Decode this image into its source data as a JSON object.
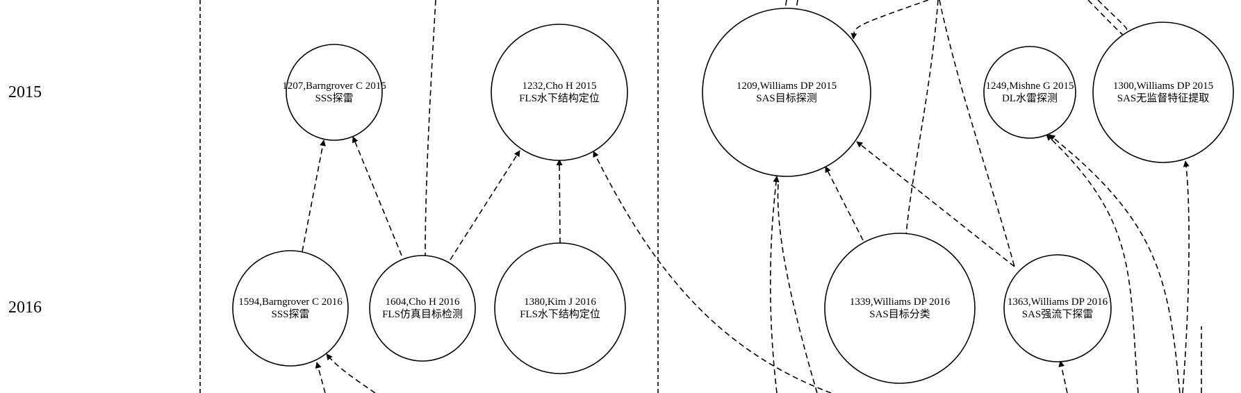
{
  "years": [
    "2015",
    "2016"
  ],
  "nodes": [
    {
      "id": "n1207",
      "line1": "1207,Barngrover C 2015",
      "line2": "SSS探雷"
    },
    {
      "id": "n1232",
      "line1": "1232,Cho H 2015",
      "line2": "FLS水下结构定位"
    },
    {
      "id": "n1209",
      "line1": "1209,Williams DP 2015",
      "line2": "SAS目标探测"
    },
    {
      "id": "n1249",
      "line1": "1249,Mishne G 2015",
      "line2": "DL水雷探测"
    },
    {
      "id": "n1300",
      "line1": "1300,Williams DP 2015",
      "line2": "SAS无监督特征提取"
    },
    {
      "id": "n1594",
      "line1": "1594,Barngrover C 2016",
      "line2": "SSS探雷"
    },
    {
      "id": "n1604",
      "line1": "1604,Cho H 2016",
      "line2": "FLS仿真目标检测"
    },
    {
      "id": "n1380",
      "line1": "1380,Kim J 2016",
      "line2": "FLS水下结构定位"
    },
    {
      "id": "n1339",
      "line1": "1339,Williams DP 2016",
      "line2": "SAS目标分类"
    },
    {
      "id": "n1363",
      "line1": "1363,Williams DP 2016",
      "line2": "SAS强流下探雷"
    }
  ],
  "edges": [
    {
      "from": "n1594",
      "to": "n1207"
    },
    {
      "from": "n1604",
      "to": "n1207"
    },
    {
      "from": "n1604",
      "to": "n1232"
    },
    {
      "from": "n1380",
      "to": "n1232"
    },
    {
      "from": "n1339",
      "to": "n1209"
    },
    {
      "from": "n1363",
      "to": "n1209"
    }
  ]
}
